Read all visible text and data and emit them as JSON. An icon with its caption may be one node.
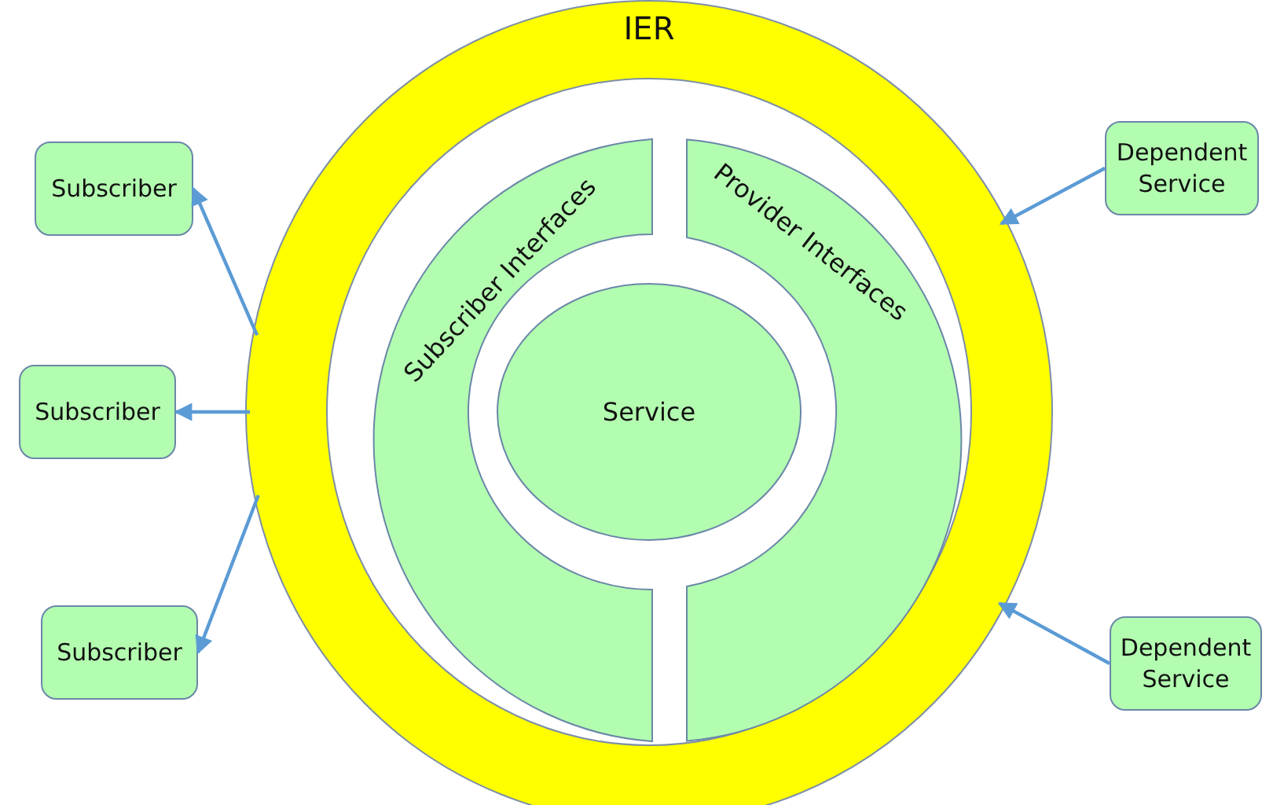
{
  "diagram": {
    "nodes": [
      {
        "text": [
          "IER"
        ]
      },
      {
        "text": [
          "Subscriber Interfaces"
        ],
        "in": 0
      },
      {
        "text": [
          "Provider Interfaces"
        ],
        "in": 0
      },
      {
        "text": [
          "Service"
        ],
        "in": 0
      },
      {
        "text": [
          "Subscriber"
        ]
      },
      {
        "text": [
          "Subscriber"
        ]
      },
      {
        "text": [
          "Subscriber"
        ]
      },
      {
        "text": [
          "Dependent Service"
        ]
      },
      {
        "text": [
          "Dependent Service"
        ]
      }
    ],
    "edges": [
      {
        "from": 0,
        "to": 4,
        "arrow": "to"
      },
      {
        "from": 0,
        "to": 5,
        "arrow": "to"
      },
      {
        "from": 0,
        "to": 6,
        "arrow": "to"
      },
      {
        "from": 7,
        "to": 0,
        "arrow": "to"
      },
      {
        "from": 8,
        "to": 0,
        "arrow": "to"
      }
    ]
  }
}
